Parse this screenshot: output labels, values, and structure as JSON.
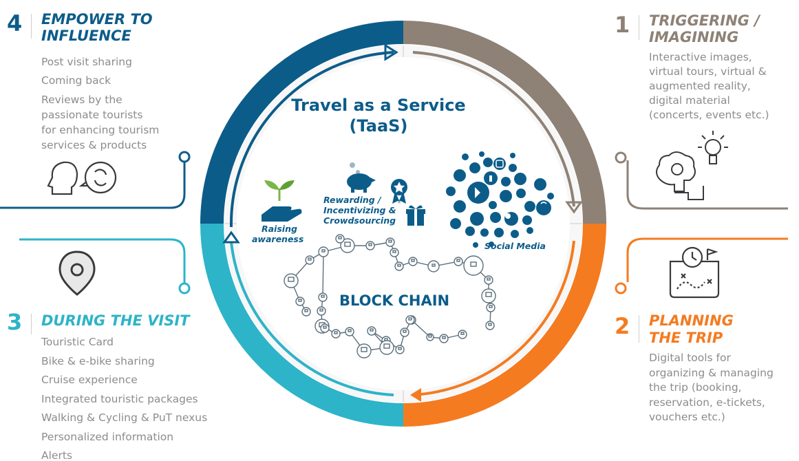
{
  "center": {
    "title_line1": "Travel as a Service",
    "title_line2": "(TaaS)"
  },
  "inner_labels": {
    "raising_awareness": [
      "Raising",
      "awareness"
    ],
    "rewarding": [
      "Rewarding /",
      "Incentivizing &",
      "Crowdsourcing"
    ],
    "social_media": "Social Media",
    "block_chain": "BLOCK CHAIN"
  },
  "sections": [
    {
      "id": "empower",
      "number": "4",
      "title": [
        "EMPOWER TO",
        "INFLUENCE"
      ],
      "color": "#0c5c8a",
      "items": [
        "Post visit sharing",
        "Coming back",
        "Reviews by the",
        "passionate tourists",
        "for enhancing tourism",
        "services & products"
      ]
    },
    {
      "id": "triggering",
      "number": "1",
      "title": [
        "TRIGGERING /",
        "IMAGINING"
      ],
      "color": "#8e8176",
      "items": [
        "Interactive images,",
        "virtual tours, virtual &",
        "augmented reality,",
        "digital material",
        "(concerts, events etc.)"
      ]
    },
    {
      "id": "during",
      "number": "3",
      "title": [
        "DURING THE VISIT"
      ],
      "color": "#2db4c8",
      "items": [
        "Touristic Card",
        "Bike & e-bike sharing",
        "Cruise experience",
        "Integrated touristic packages",
        "Walking & Cycling & PuT nexus",
        "Personalized information",
        "Alerts"
      ]
    },
    {
      "id": "planning",
      "number": "2",
      "title": [
        "PLANNING",
        "THE TRIP"
      ],
      "color": "#f47b20",
      "items": [
        "Digital tools for",
        "organizing & managing",
        "the trip (booking,",
        "reservation, e-tickets,",
        "vouchers etc.)"
      ]
    }
  ],
  "icons": [
    "speaking-head-icon",
    "brain-lightbulb-icon",
    "location-pin-icon",
    "map-clock-icon",
    "plant-hand-icon",
    "piggy-bank-icon",
    "award-medal-icon",
    "gift-box-icon",
    "social-media-cloud-icon",
    "blockchain-network-icon"
  ]
}
